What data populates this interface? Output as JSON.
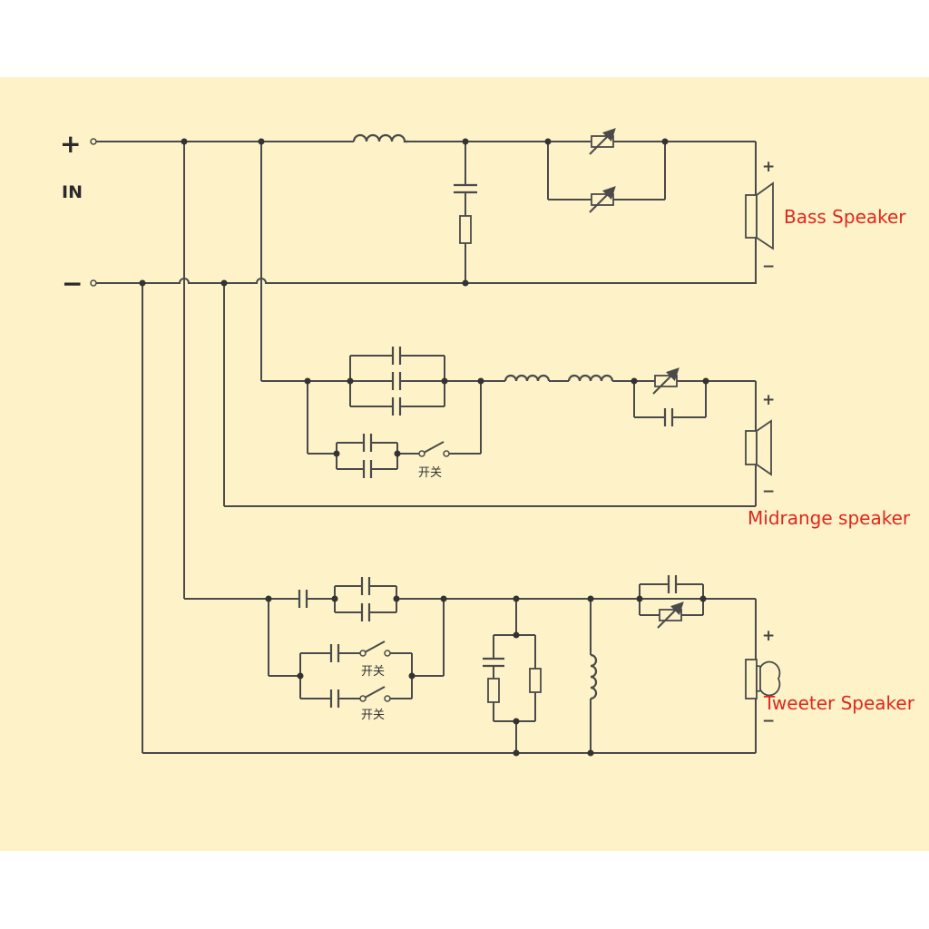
{
  "input": {
    "plus": "+",
    "label": "IN",
    "minus": "−"
  },
  "speakers": {
    "bass": {
      "label": "Bass Speaker",
      "plus": "+",
      "minus": "−"
    },
    "midrange": {
      "label": "Midrange speaker",
      "plus": "+",
      "minus": "−"
    },
    "tweeter": {
      "label": "Tweeter Speaker",
      "plus": "+",
      "minus": "−"
    }
  },
  "switch_label": "开关",
  "colors": {
    "background": "#fdf2c8",
    "wire": "#4a4a4a",
    "label_red": "#e0271d"
  },
  "icons": [
    "speaker-cone-icon",
    "tweeter-dome-icon",
    "inductor-icon",
    "capacitor-icon",
    "resistor-icon",
    "variable-resistor-icon",
    "switch-icon"
  ]
}
